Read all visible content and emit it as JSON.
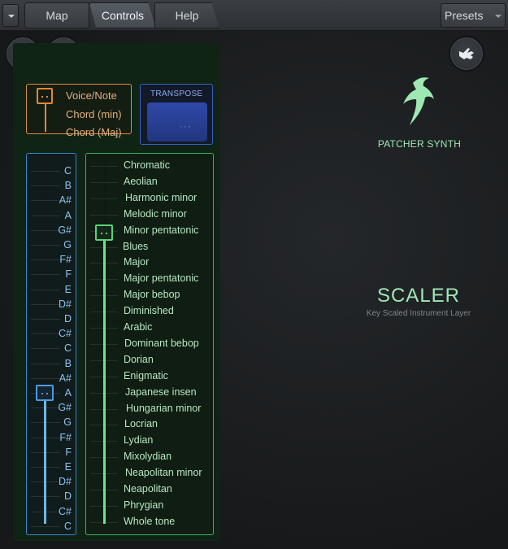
{
  "toolbar": {
    "tabs": [
      {
        "label": "Map"
      },
      {
        "label": "Controls"
      },
      {
        "label": "Help"
      }
    ],
    "presets_label": "Presets"
  },
  "colors": {
    "mode_accent": "#e0883a",
    "transpose_accent": "#3d5fbf",
    "note_accent": "#4a9be0",
    "scale_accent": "#56d47a",
    "brand_accent": "#9ee8b4"
  },
  "icons": {
    "settings": "wrench-icon",
    "add": "plus-icon",
    "midi": "hand-icon"
  },
  "mode": {
    "options": [
      "Voice/Note",
      "Chord (min)",
      "Chord (Maj)"
    ],
    "selected_index": 0
  },
  "transpose": {
    "label": "TRANSPOSE",
    "pad_text": "···"
  },
  "notes": {
    "labels": [
      "C",
      "B",
      "A#",
      "A",
      "G#",
      "G",
      "F#",
      "F",
      "E",
      "D#",
      "D",
      "C#",
      "C",
      "B",
      "A#",
      "A",
      "G#",
      "G",
      "F#",
      "F",
      "E",
      "D#",
      "D",
      "C#",
      "C"
    ],
    "selected_index": 15
  },
  "scales": {
    "labels": [
      "Chromatic",
      "Aeolian",
      "Harmonic minor",
      "Melodic minor",
      "Minor pentatonic",
      "Blues",
      "Major",
      "Major pentatonic",
      "Major bebop",
      "Diminished",
      "Arabic",
      "Dominant bebop",
      "Dorian",
      "Enigmatic",
      "Japanese insen",
      "Hungarian minor",
      "Locrian",
      "Lydian",
      "Mixolydian",
      "Neapolitan minor",
      "Neapolitan",
      "Phrygian",
      "Whole tone"
    ],
    "selected_index": 4
  },
  "brand": {
    "name": "PATCHER SYNTH",
    "title": "SCALER",
    "subtitle": "Key Scaled Instrument Layer"
  }
}
